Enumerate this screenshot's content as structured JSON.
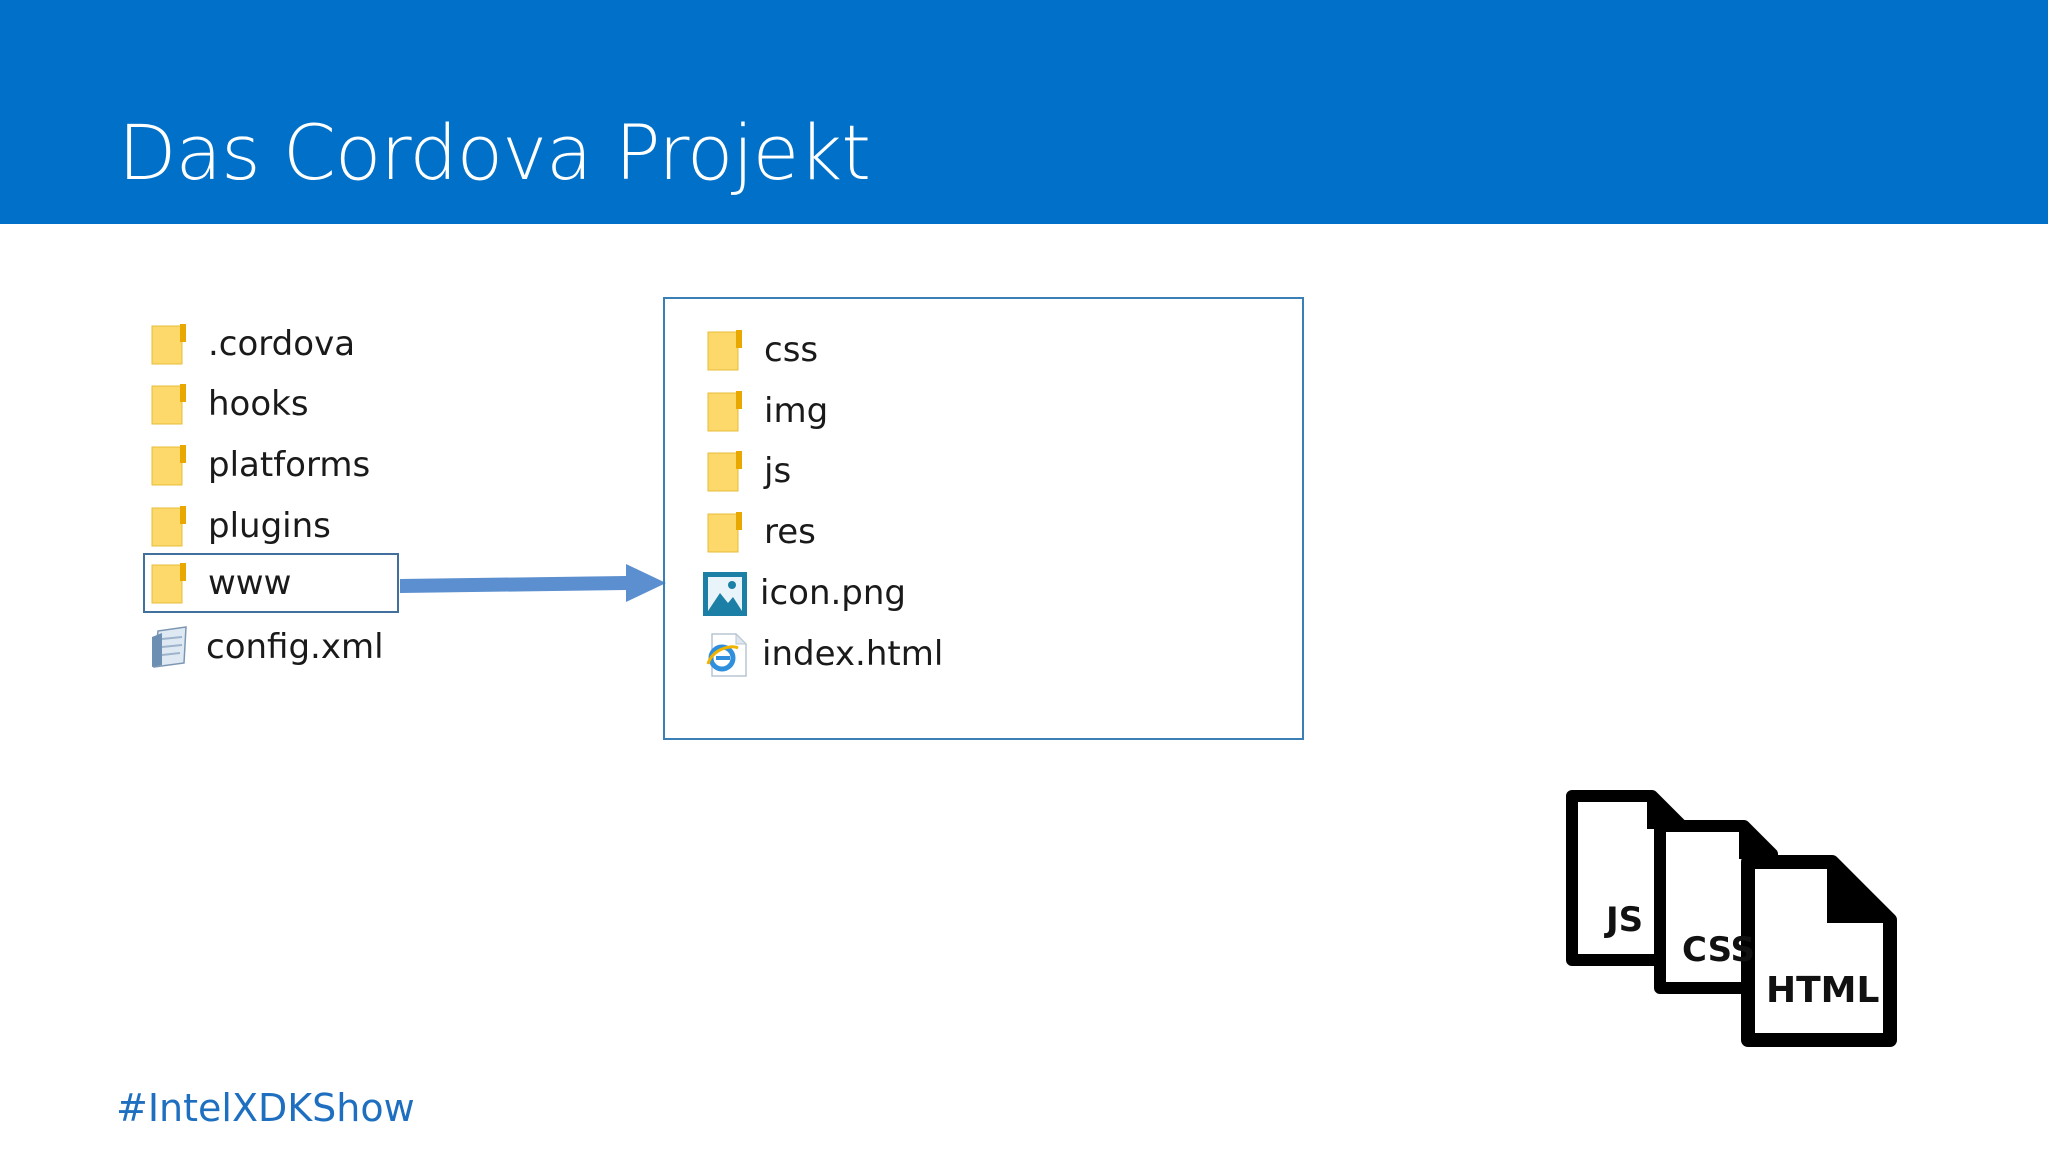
{
  "slide": {
    "title": "Das Cordova Projekt",
    "hashtag": "#IntelXDKShow",
    "header_color": "#0070c8"
  },
  "project_tree": {
    "items": [
      {
        "label": ".cordova",
        "type": "folder",
        "icon": "folder-icon"
      },
      {
        "label": "hooks",
        "type": "folder",
        "icon": "folder-icon"
      },
      {
        "label": "platforms",
        "type": "folder",
        "icon": "folder-icon"
      },
      {
        "label": "plugins",
        "type": "folder",
        "icon": "folder-icon"
      },
      {
        "label": "www",
        "type": "folder",
        "icon": "folder-icon",
        "highlighted": true
      },
      {
        "label": "config.xml",
        "type": "file",
        "icon": "xml-file-icon"
      }
    ]
  },
  "www_contents": {
    "items": [
      {
        "label": "css",
        "type": "folder",
        "icon": "folder-icon"
      },
      {
        "label": "img",
        "type": "folder",
        "icon": "folder-icon"
      },
      {
        "label": "js",
        "type": "folder",
        "icon": "folder-icon"
      },
      {
        "label": "res",
        "type": "folder",
        "icon": "folder-icon"
      },
      {
        "label": "icon.png",
        "type": "file",
        "icon": "image-file-icon"
      },
      {
        "label": "index.html",
        "type": "file",
        "icon": "html-file-icon"
      }
    ]
  },
  "doc_icons": {
    "js_label": "JS",
    "css_label": "CSS",
    "html_label": "HTML"
  }
}
